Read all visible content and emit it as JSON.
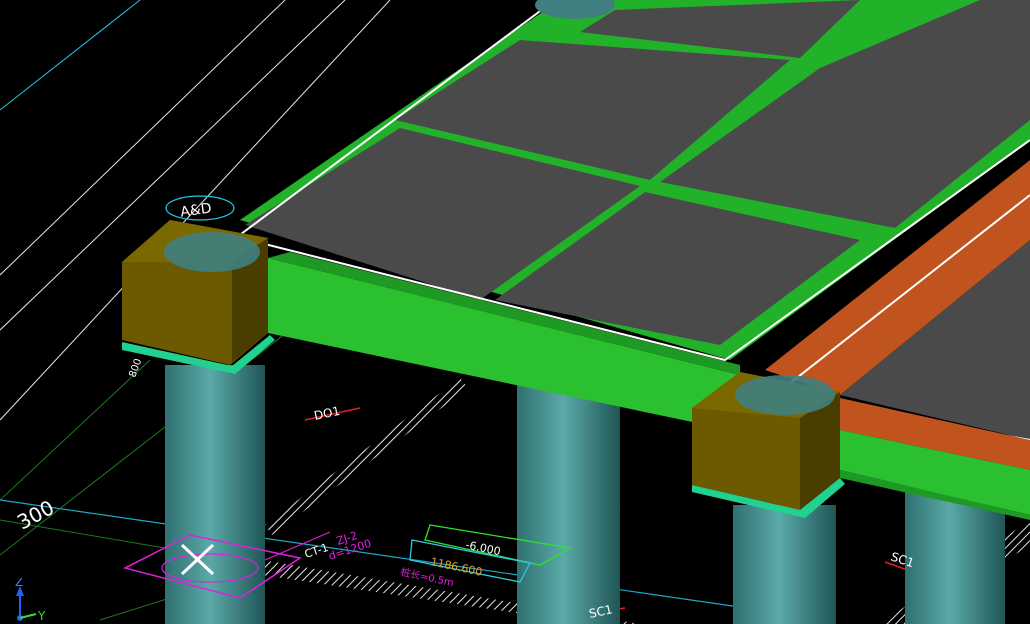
{
  "viewport": {
    "background": "#000000"
  },
  "labels": {
    "dim_300": "300",
    "grid_bubble": "A&D",
    "col_tag_left": "800",
    "beam_do1": "DO1",
    "beam_sc1_a": "SC1",
    "beam_sc1_b": "SC1",
    "pile_tag_1": "ZJ-2",
    "pile_tag_2": "d=1200",
    "pile_tag_3": "CT-1",
    "level_1": "-6.000",
    "level_2": "1186.600",
    "level_3": "桩长=0.5m"
  },
  "ucs": {
    "z_label": "Z",
    "y_label": "Y"
  },
  "colors": {
    "slab_top": "#4a4a4a",
    "beam_green": "#22b22a",
    "beam_green_dark": "#1a8a20",
    "pile_cap": "#6b5a00",
    "pile_cap_dark": "#4a3d00",
    "pile_teal": "#3f8f8f",
    "orange_beam": "#c0531e",
    "cyan_line": "#20c8e0",
    "magenta": "#e020e0"
  }
}
